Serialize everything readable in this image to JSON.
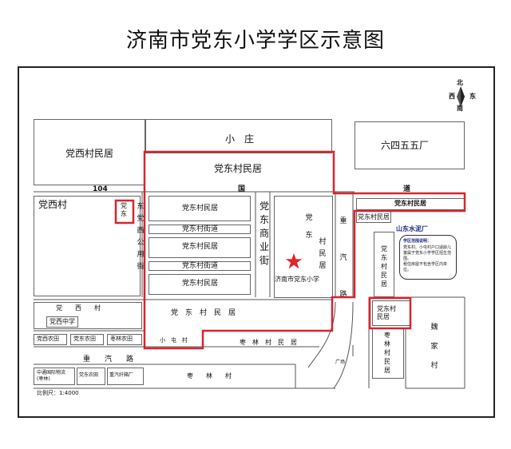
{
  "title": "济南市党东小学学区示意图",
  "compass": {
    "north": "北",
    "west": "西",
    "east": "东",
    "south": "南"
  },
  "labels": {
    "xiaozhuang": "小　庄",
    "dangxi_village_residents": "党西村民居",
    "liusi": "六四五五厂",
    "dongcun_top": "党东村民居",
    "road104": "104",
    "guo": "国",
    "dao": "道",
    "dangxi_village": "党西村",
    "dongcun_right": "党东村民居",
    "dangxi_pink": "党东",
    "dangxi_road": "东党西公用街",
    "residents_a": "党东村民居",
    "street_a": "党东村街道",
    "residents_b": "党东村民居",
    "street_b": "党东村街道",
    "residents_c": "党东村民居",
    "commercial": "党东商业街",
    "school_residents": "党东村民居",
    "school": "济南市党东小学",
    "zhongqi_road": "重汽路",
    "dongcun_small_r": "党东村民居",
    "cement": "山东水泥厂",
    "zone_title": "学区范围说明：",
    "zone_text": "党东村、小屯村户口适龄儿童属于党东小学学区招生范围。",
    "zone_text2": "租住房屋不包含学区内单位。",
    "dongcun_right_v": "党东村民居",
    "dongcun_bottom": "党　东　村　民　居",
    "dongcun_box": "党东村民居",
    "xitun_row": "党　　西　　村",
    "dangxi_middle": "党西中学",
    "dangxi_nongcun": "党西农田",
    "dangxi_nongcun2": "党东农田",
    "zaolin_nongcun": "枣林农田",
    "xiaotun": "小　屯　村",
    "zaolin_residents": "枣　林　村　民　居",
    "guangchang": "广场",
    "zaolin_right": "枣林村民居",
    "wei_village": "魏家村",
    "zhongqi_bottom": "重　　汽　　路",
    "zhongqi_logistics": "中通国际物流(枣林)",
    "dangdong_nongcun": "党东农田",
    "zhongqi_factory": "重汽纤箱厂",
    "zaolin_village": "枣　　林　　村",
    "scale": "比例尺：1:4000"
  },
  "colors": {
    "boundary": "#d9232e",
    "star": "#e0252b",
    "line": "#555555"
  }
}
